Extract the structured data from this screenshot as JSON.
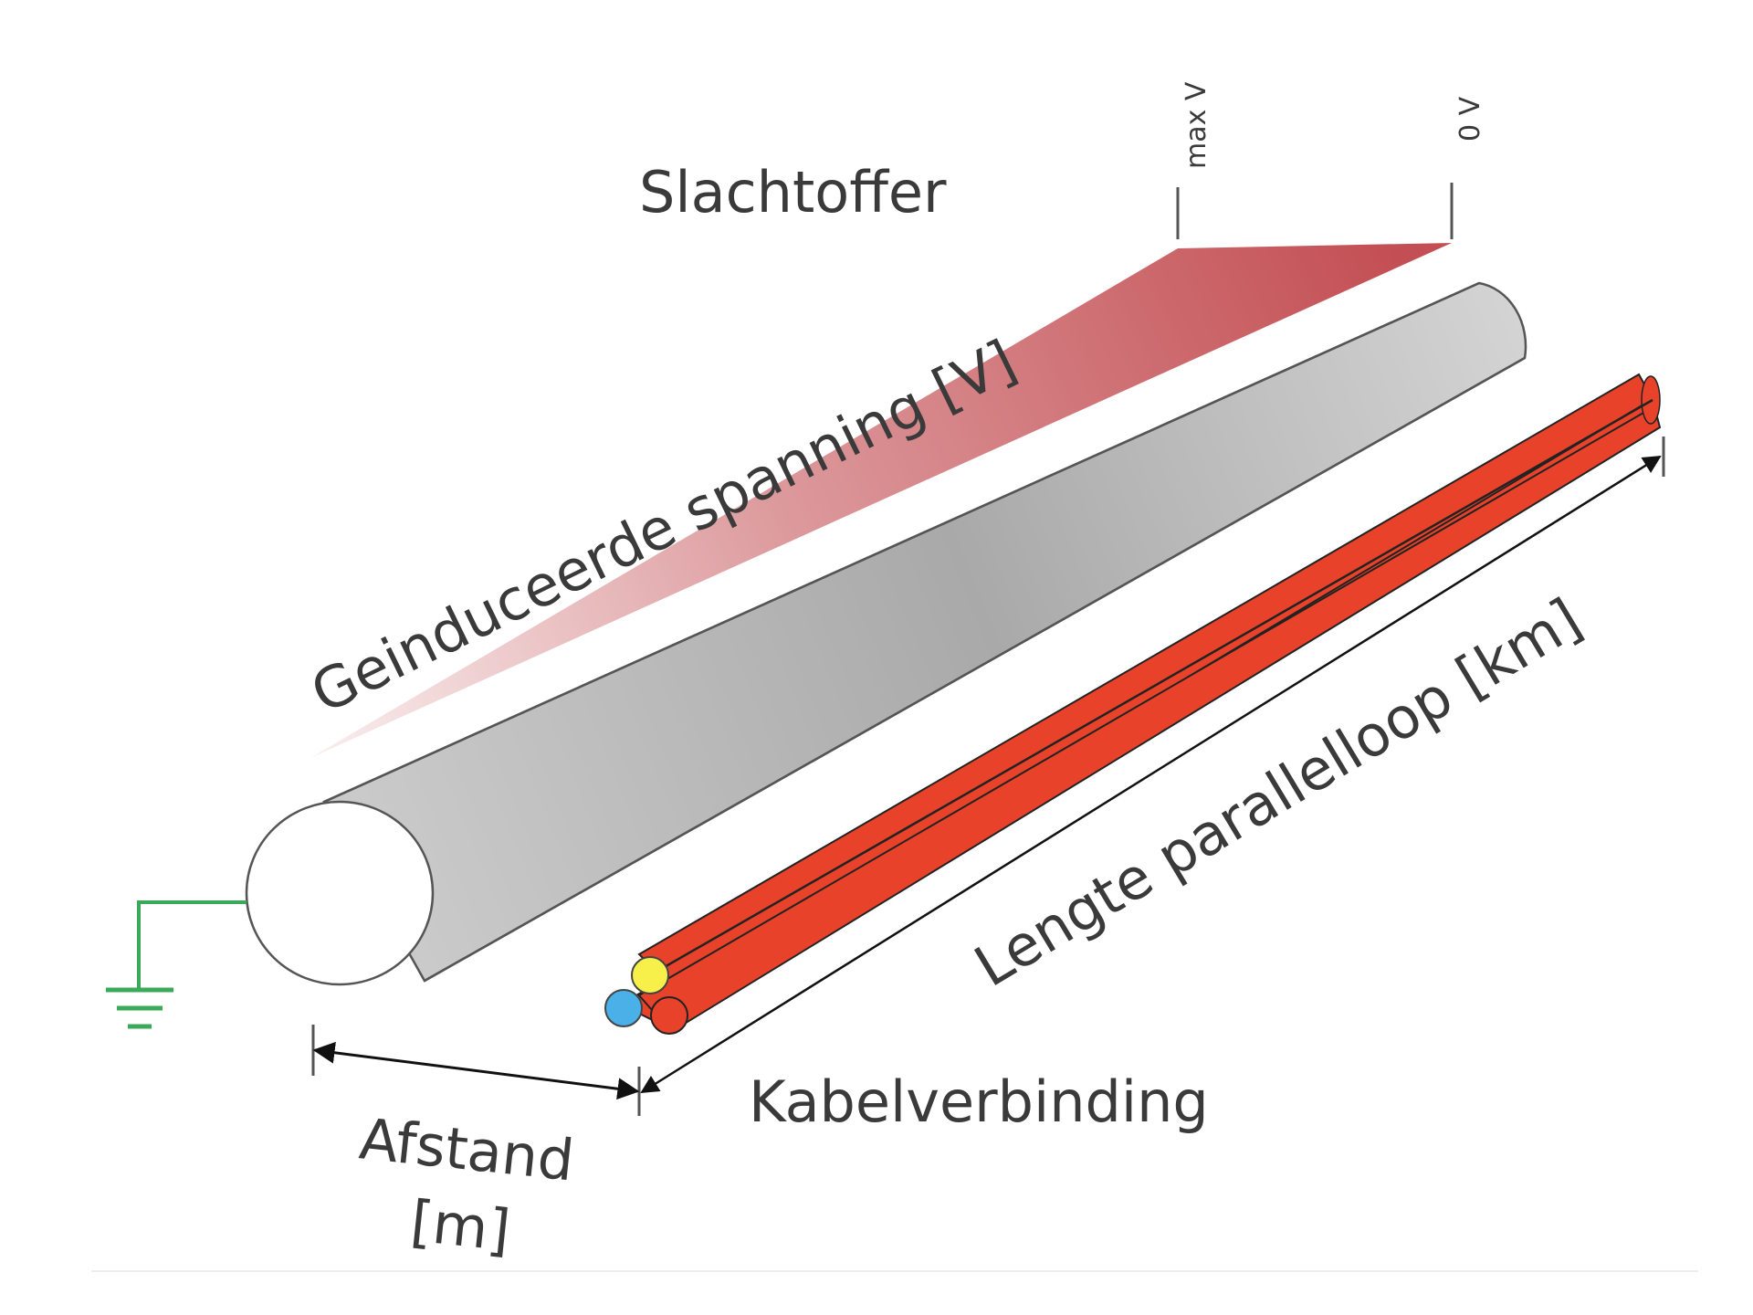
{
  "labels": {
    "victim": "Slachtoffer",
    "induced_voltage": "Geinduceerde spanning [V]",
    "max_v": "max V",
    "zero_v": "0 V",
    "parallel_length": "Lengte parallelloop [km]",
    "cable_connection": "Kabelverbinding",
    "distance_line1": "Afstand",
    "distance_line2": "[m]"
  },
  "colors": {
    "pipe": "#c8c8c8",
    "cable": "#e8432a",
    "voltage_wedge": "#c0464b",
    "ground": "#3aaa5a",
    "conductor_yellow": "#f7f04a",
    "conductor_blue": "#4ab0e8"
  }
}
